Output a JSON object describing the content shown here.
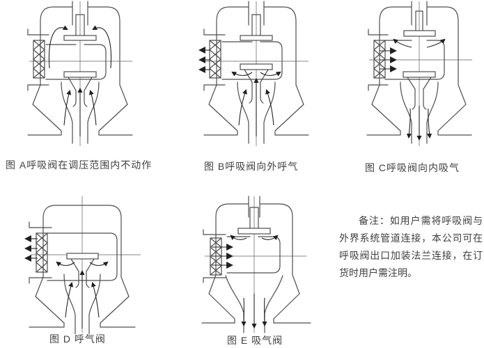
{
  "colors": {
    "background": "#ffffff",
    "line": "#4d4d4d",
    "arrow": "#1f1f1f",
    "text": "#3f3f3f"
  },
  "figures": [
    {
      "id": "A",
      "caption": "图 A呼吸阀在调压范围内不动作",
      "state": "idle"
    },
    {
      "id": "B",
      "caption": "图 B呼吸阀向外呼气",
      "state": "exhale"
    },
    {
      "id": "C",
      "caption": "图 C呼吸阀向内吸气",
      "state": "inhale"
    },
    {
      "id": "D",
      "caption": "图 D 呼气阀",
      "state": "exhale-valve"
    },
    {
      "id": "E",
      "caption": "图 E 吸气阀",
      "state": "inhale-valve"
    }
  ],
  "note": {
    "text": "备注：如用户需将呼吸阀与外界系统管道连接，本公司可在呼吸阀出口加装法兰连接，在订货时用户需注明。"
  }
}
